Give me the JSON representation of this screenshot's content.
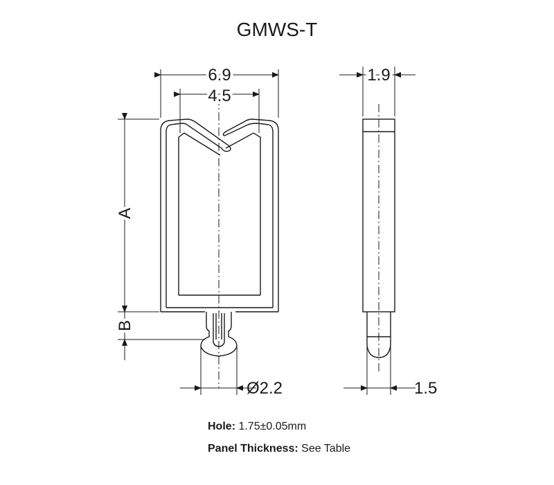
{
  "title": "GMWS-T",
  "dimensions": {
    "width_outer": "6.9",
    "width_inner": "4.5",
    "thickness": "1.9",
    "height_a": "A",
    "height_b": "B",
    "pin_diameter": "Ø2.2",
    "pin_width": "1.5"
  },
  "notes": {
    "hole_label": "Hole:",
    "hole_value": "1.75±0.05mm",
    "panel_label": "Panel Thickness:",
    "panel_value": "See Table"
  }
}
